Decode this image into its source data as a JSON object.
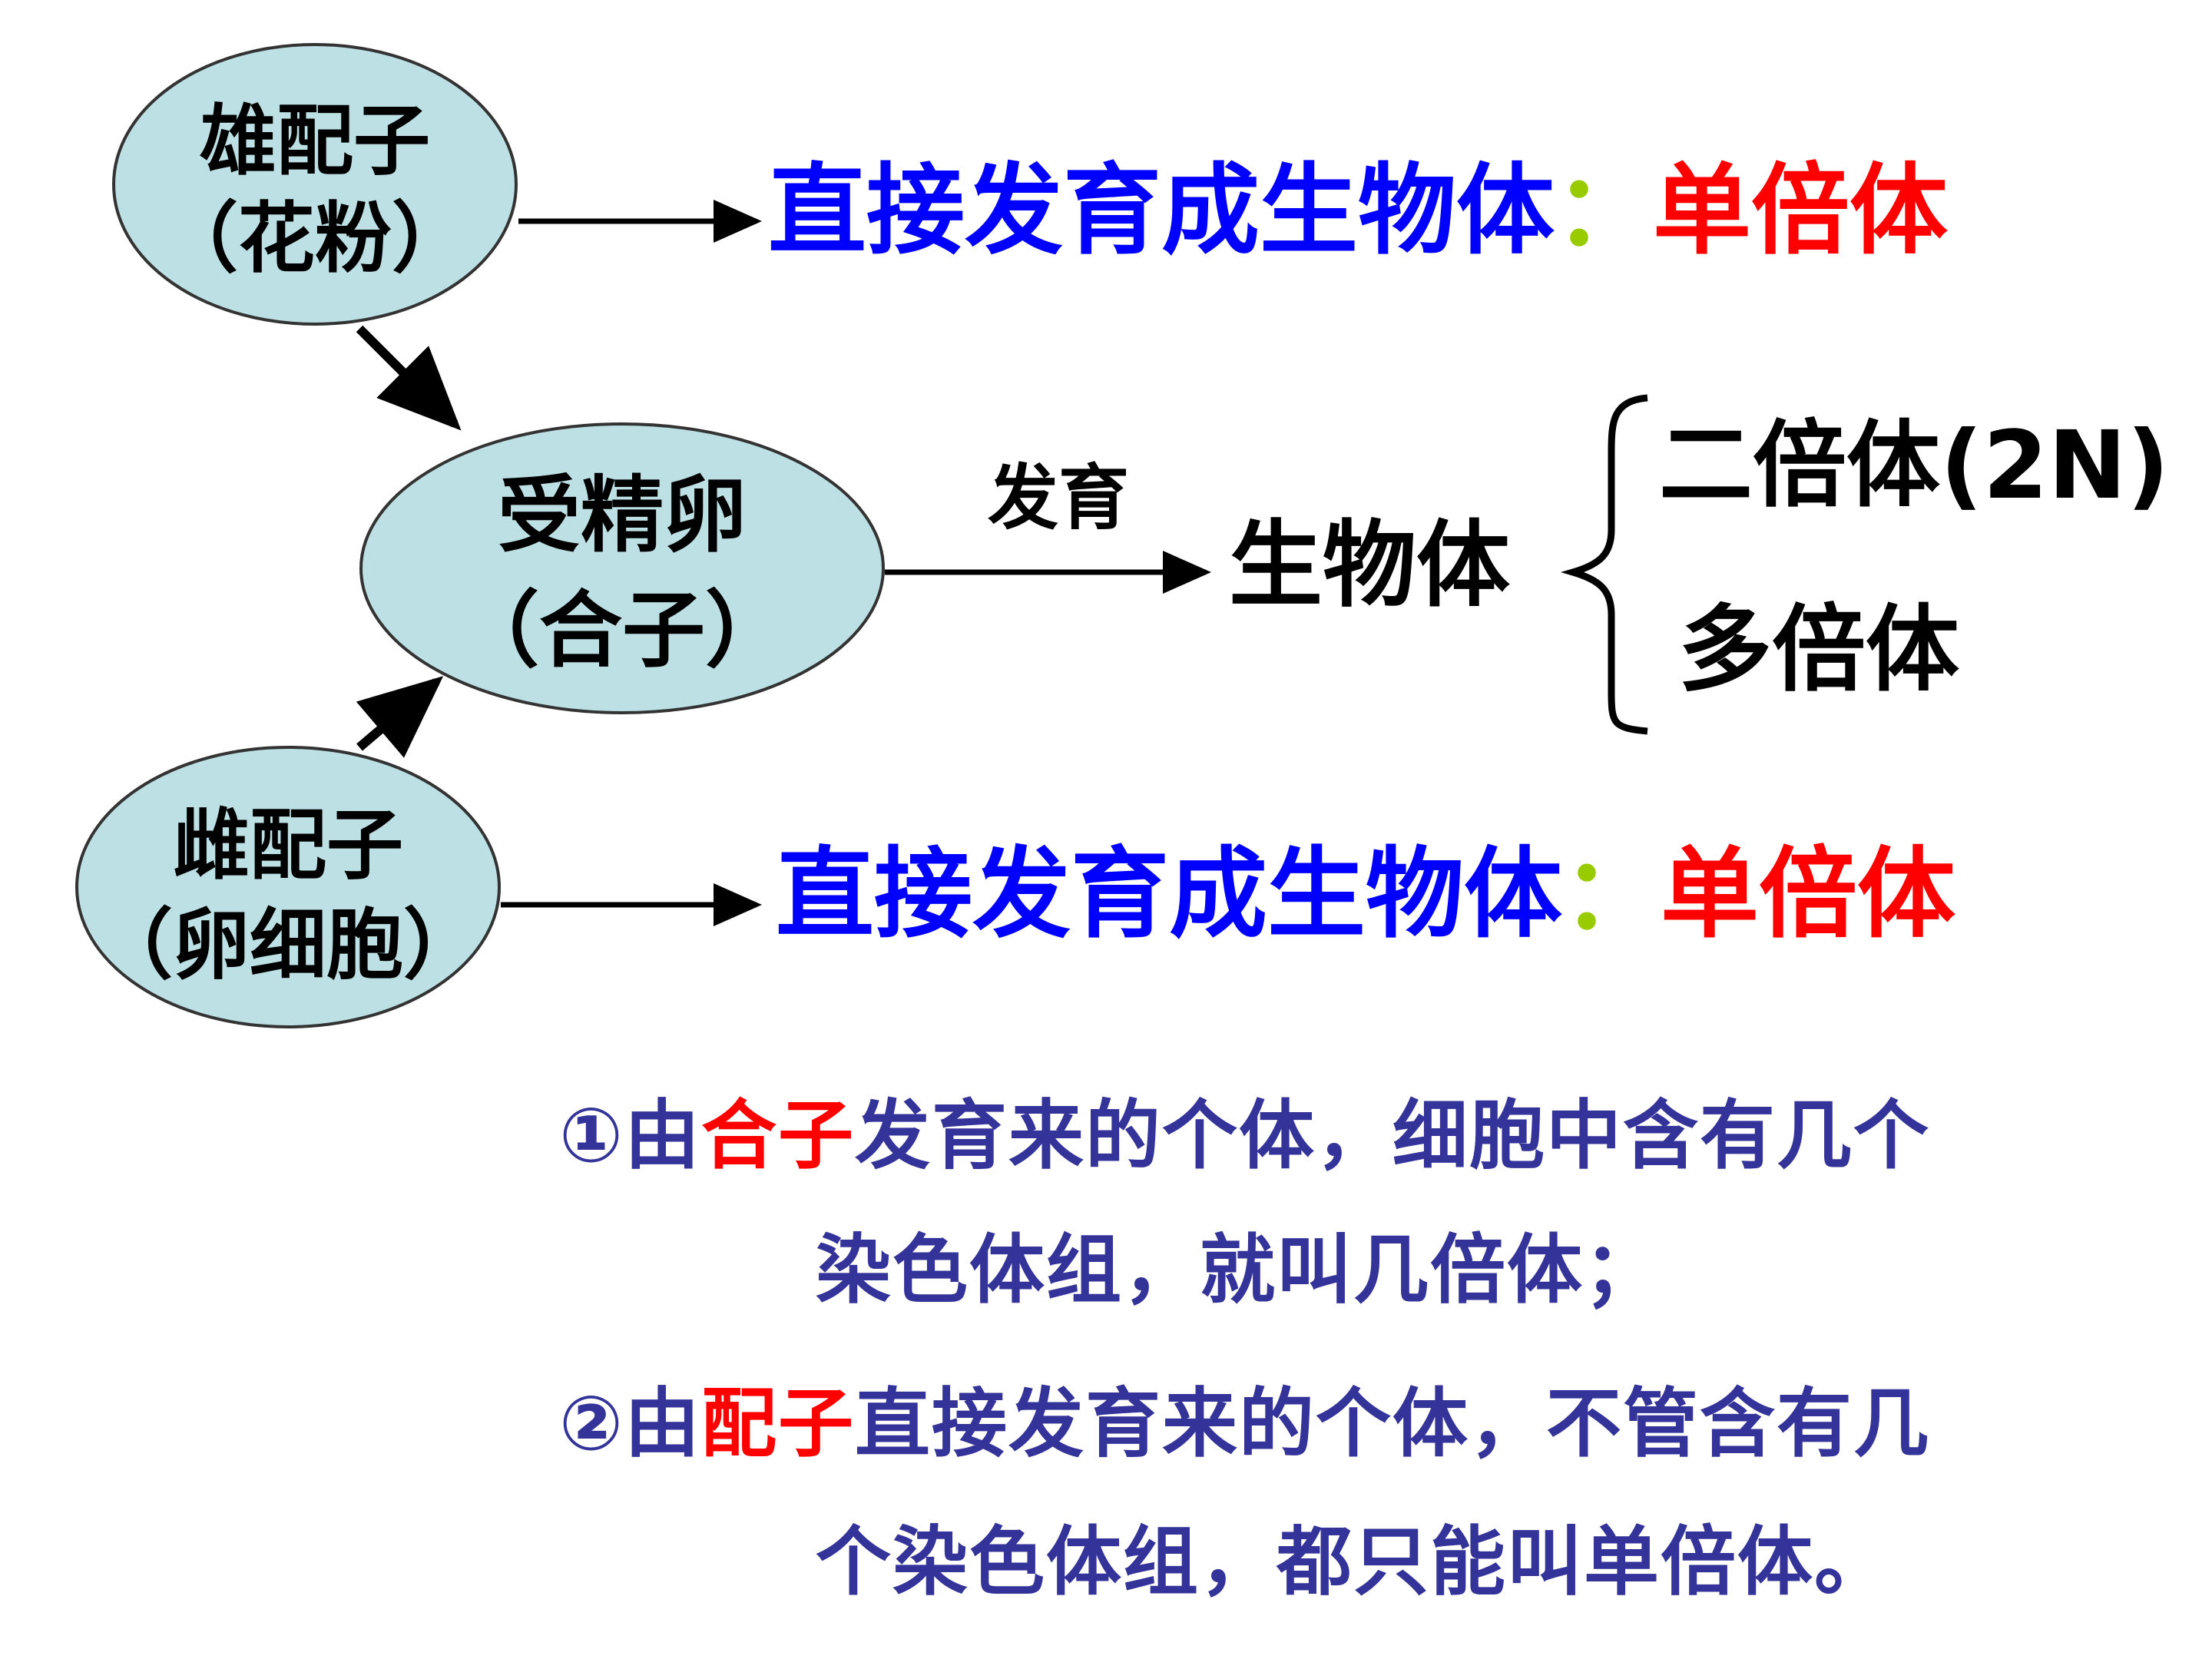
{
  "colors": {
    "ellipse_fill": "#BCE0E3",
    "ellipse_stroke": "#333333",
    "arrow": "#000000",
    "blue_text": "#0000FF",
    "red_text": "#FF0000",
    "colon_green": "#99CC00",
    "black_text": "#000000",
    "note_text": "#333399"
  },
  "nodes": {
    "male_gamete": {
      "line1": "雄配子",
      "line2": "（花粉）"
    },
    "zygote": {
      "line1": "受精卵",
      "line2": "（合子）"
    },
    "female_gamete": {
      "line1": "雌配子",
      "line2": "（卵细胞）"
    }
  },
  "outcomes": {
    "male": {
      "path": "直接发育成生物体",
      "colon": "：",
      "result": "单倍体"
    },
    "female": {
      "path": "直接发育成生物体",
      "colon": "：",
      "result": "单倍体"
    },
    "zygote": {
      "arrow_label": "发育",
      "organism": "生物体",
      "branches": [
        "二倍体(2N)",
        "多倍体"
      ]
    }
  },
  "notes": {
    "note1": {
      "prefix": "①由",
      "highlight": "合子",
      "rest_line1": "发育来的个体，细胞中含有几个",
      "line2": "染色体组，就叫几倍体；"
    },
    "note2": {
      "prefix": "②由",
      "highlight": "配子",
      "rest_line1": "直接发育来的个体，不管含有几",
      "line2": "个染色体组，都只能叫单倍体。"
    }
  }
}
